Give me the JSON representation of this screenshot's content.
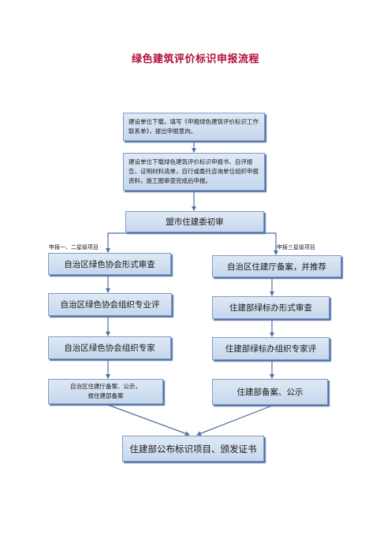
{
  "title": "绿色建筑评价标识申报流程",
  "branch_left": "申报一、二星级项目",
  "branch_right": "申报三星级项目",
  "steps": {
    "step1": "建设单位下载，填写《申报绿色建筑评价标识工作联系单》，提出申报意向。",
    "step2": "建设单位下载绿色建筑评价标识申报书、自评报告、证明材料清单，自行或委托咨询单位组织申报资料，施工图审查完成后申报。",
    "step3": "盟市住建委初审",
    "left1": "自治区绿色协会形式审查",
    "left2": "自治区绿色协会组织专业评",
    "left3": "自治区绿色协会组织专家",
    "left4_line1": "自治区住建厅备案、公示，",
    "left4_line2": "报住建部备案",
    "right1": "自治区住建厅备案，并推荐",
    "right2": "住建部绿标办形式审查",
    "right3": "住建部绿标办组织专家评",
    "right4": "住建部备案、公示",
    "final": "住建部公布标识项目、颁发证书"
  },
  "colors": {
    "title": "#b0103a",
    "box_fill": "#d3e1f1",
    "box_border": "#7f9cc7",
    "arrow": "#4f6ea3"
  }
}
